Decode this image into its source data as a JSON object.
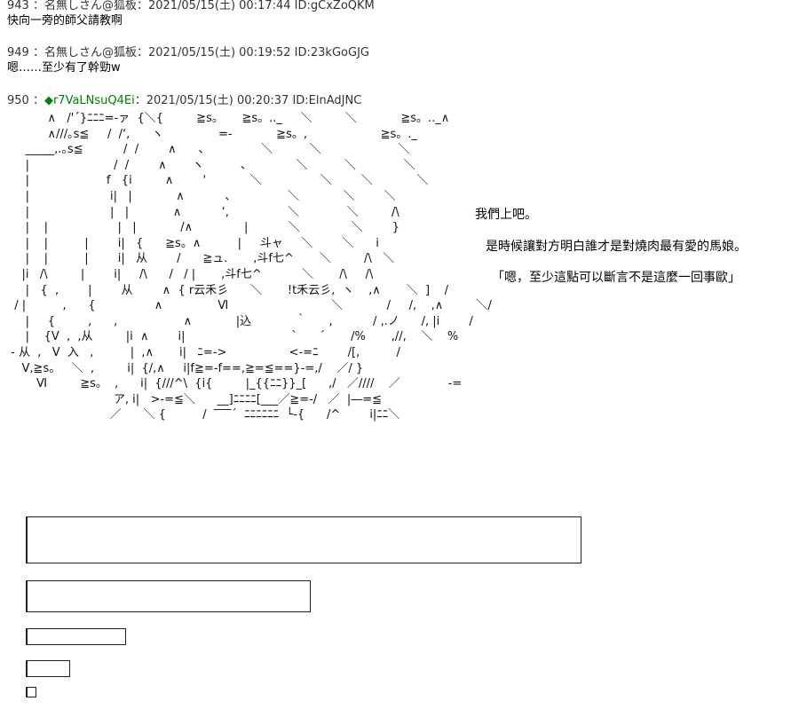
{
  "posts": [
    {
      "header": "943 ：名無しさん@狐板：2021/05/15(土) 00:17:44 ID:gCxZoQKM",
      "body": "快向一旁的師父請教啊"
    },
    {
      "header": "949 ：名無しさん@狐板：2021/05/15(土) 00:19:52 ID:23kGoGJG",
      "body": "嗯……至少有了幹勁w"
    }
  ],
  "post950": {
    "num": "950 ：",
    "trip": "◆r7VaLNsuQ4Ei",
    "meta": "：2021/05/15(土) 00:20:37 ID:ElnAdJNC"
  },
  "aa_lines": "           ∧   /'´}ﾆﾆﾆ=-ァ  {＼{         ≧s。     ≧s。.._     ＼         ＼            ≧s。.._∧\n           ∧///｡s≦     /  /‘,      ヽ               =-            ≧s。,                    ≧s。._\n     _____,.｡s≦           /  /        ∧      、              ＼          ＼                     ＼\n     |                       /  /        ∧       ヽ          、            ＼          ＼             ＼\n     |                     f   {i         ∧        '            ＼                ＼        ＼            ＼\n     |                      i|   |            ∧           、              ＼            ＼        ＼\n     |                      |   |            ∧           ‘,                ＼             ＼         /\\\n     |    |                   |   |            /∧              |           ＼              ＼        }\n     |    |          |        i|   {      ≧s。∧          |     斗ャ     ＼        ＼      i\n     |    |          |        i|   从        /      ≧ュ.       ,斗f七^       ＼         /\\   ＼\n    |i   /\\         |        i|     /\\      /   / |       ,斗f七^           ＼       /\\     /\\\n     |   {  ,        |        从        ∧  { r云禾彡      ＼       !t禾云彡,  ヽ    ,∧       ＼  ]    /\n  / |          ,      {                ∧               Ⅵ                            ＼            /     /,    ,∧         ＼/\n     |     {         ,      ,                  ∧            |込            ｀      ,           / ,.ノ      /, |i        /\n     |    {Ⅴ  ,  ,从         |i  ∧        i|                             `      ´       /%       ,//,    ＼    %\n - 从  ,   Ⅴ  入   ,          |  ,∧       i|   ﾆ=->                 <-=ﾆ        /[,          /\n    Ⅴ,≧s。   ＼  ,         i|  {/,∧     i|f≧=-f==,≧=≦==}-=,/    ／/ }\n        Ⅵ         ≧s。  ,      i|  {///^\\  {i{         |_{{ﾆﾆ}}_[      ,/   ／////    ／             -=\n                             ア, i|   >-=≦＼      __]ﾆﾆﾆﾆ[___／≧=-/   ／  |―=≦\n                            ／      ＼ {          /  ‾‾‾´  ﾆﾆﾆﾆﾆﾆ  └‐{      /^        i|ﾆﾆ＼",
  "side": {
    "line1": "我們上吧。",
    "line2": "是時候讓對方明白誰才是對燒肉最有愛的馬娘。",
    "line3": "「嗯，至少這點可以斷言不是這麼一回事歐」"
  }
}
